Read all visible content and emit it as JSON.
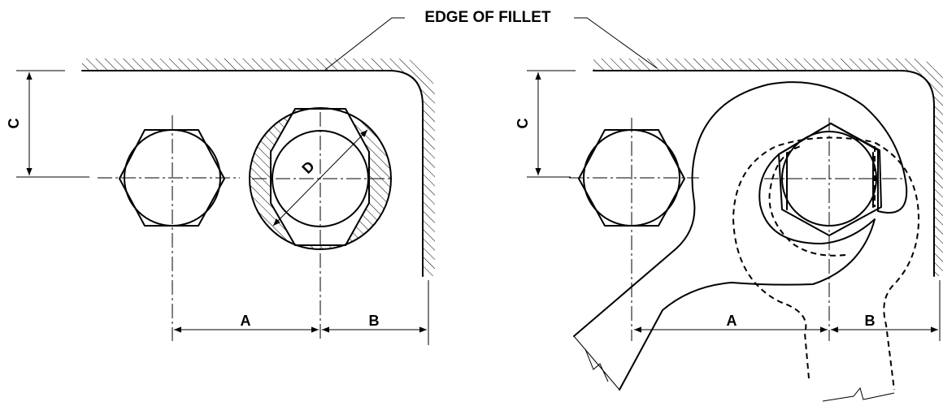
{
  "title": "EDGE OF FILLET",
  "dimensions": {
    "left": {
      "a": "A",
      "b": "B",
      "c": "C",
      "d": "D"
    },
    "right": {
      "a": "A",
      "b": "B",
      "c": "C"
    }
  }
}
